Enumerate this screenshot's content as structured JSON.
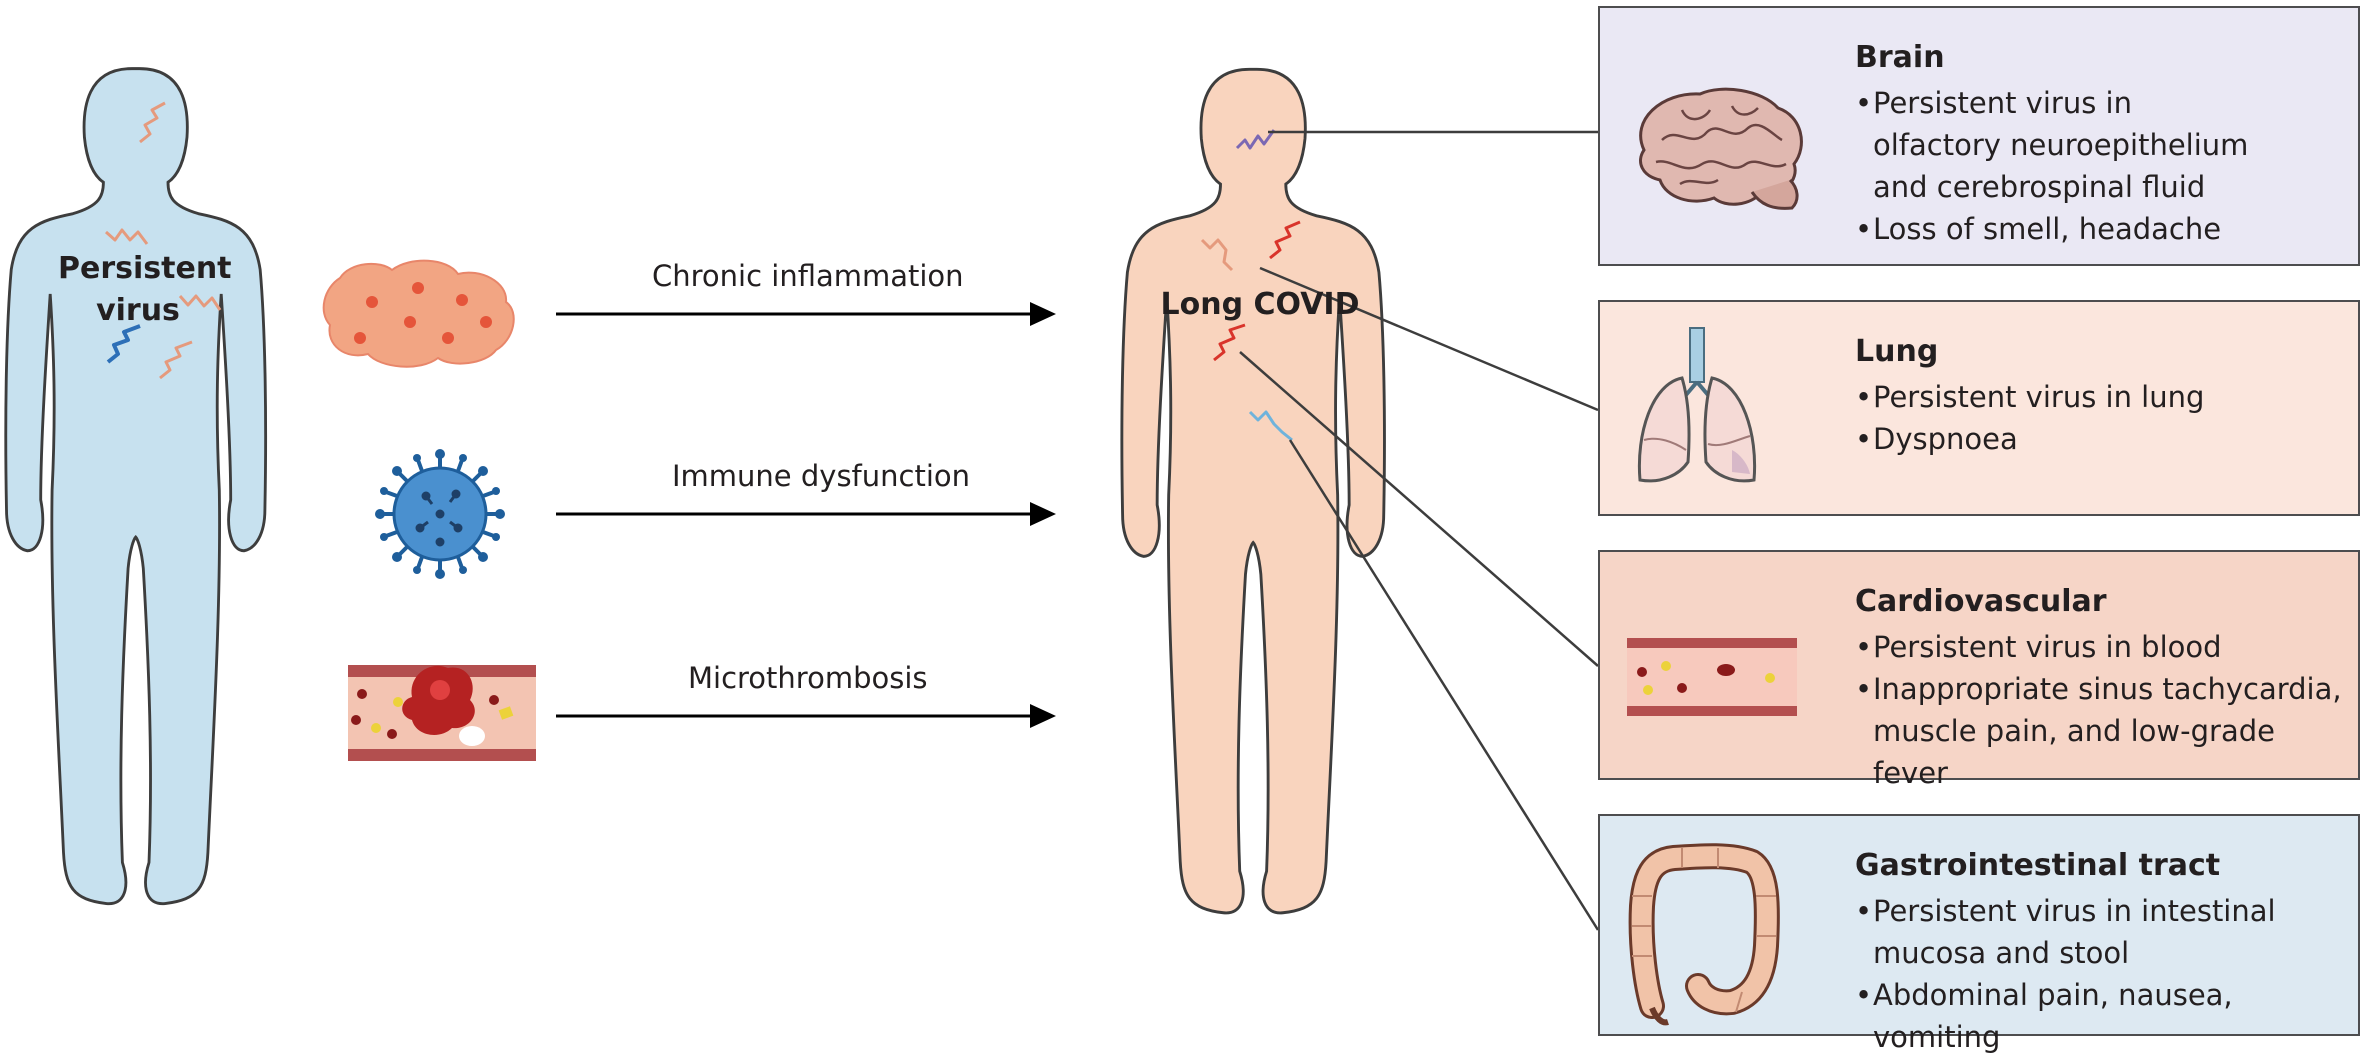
{
  "left_figure": {
    "label_line1": "Persistent",
    "label_line2": "virus"
  },
  "right_figure": {
    "label": "Long COVID"
  },
  "mechanisms": [
    {
      "label": "Chronic inflammation",
      "icon": "inflammation-cell-icon"
    },
    {
      "label": "Immune dysfunction",
      "icon": "virus-particle-icon"
    },
    {
      "label": "Microthrombosis",
      "icon": "blood-clot-vessel-icon"
    }
  ],
  "organs": [
    {
      "title": "Brain",
      "icon": "brain-icon",
      "bg": "#eae8f4",
      "bullets": [
        "Persistent virus in olfactory neuroepithelium and cerebrospinal fluid",
        "Loss of smell, headache"
      ]
    },
    {
      "title": "Lung",
      "icon": "lungs-icon",
      "bg": "#fbe6dd",
      "bullets": [
        "Persistent virus in lung",
        "Dyspnoea"
      ]
    },
    {
      "title": "Cardiovascular",
      "icon": "blood-vessel-icon",
      "bg": "#f6d5c7",
      "bullets": [
        "Persistent virus in blood",
        "Inappropriate sinus tachycardia, muscle pain, and low-grade fever"
      ]
    },
    {
      "title": "Gastrointestinal tract",
      "icon": "intestine-icon",
      "bg": "#dde9f2",
      "bullets": [
        "Persistent virus in intestinal mucosa and stool",
        "Abdominal pain, nausea, vomiting"
      ]
    }
  ],
  "colors": {
    "left_body": "#c7e1ef",
    "right_body": "#f9d4be",
    "outline": "#3d3d3d",
    "virus_blue": "#2d6fb7",
    "virus_salmon": "#e59a7d",
    "virus_red": "#d9342b",
    "virus_purple": "#7b68b3",
    "virus_lightblue": "#6fb3dc"
  }
}
